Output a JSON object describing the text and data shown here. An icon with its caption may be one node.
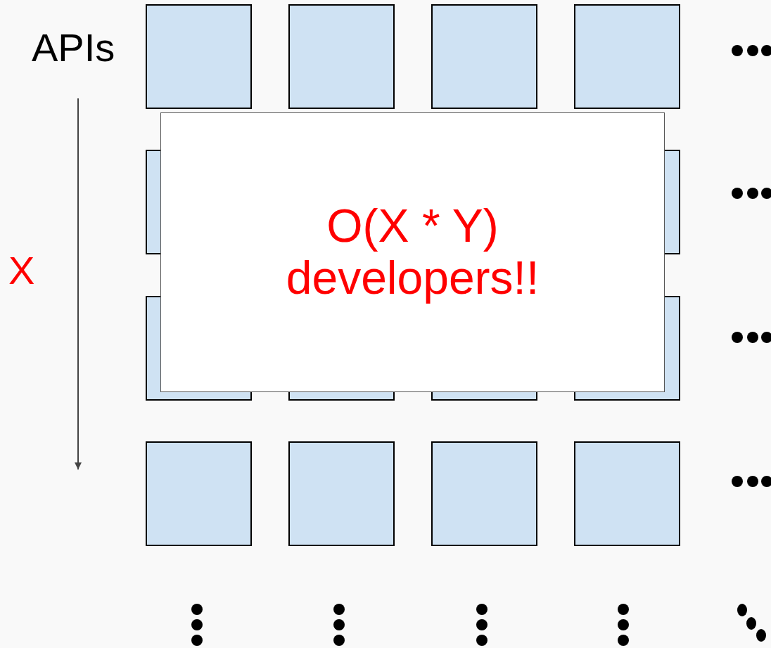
{
  "diagram": {
    "nodes": [
      {
        "text": [],
        "shape": "box"
      },
      {
        "text": [],
        "shape": "box"
      },
      {
        "text": [],
        "shape": "box"
      },
      {
        "text": [],
        "shape": "box"
      },
      {
        "text": [],
        "shape": "box"
      },
      {
        "text": [],
        "shape": "box"
      },
      {
        "text": [],
        "shape": "box"
      },
      {
        "text": [],
        "shape": "box"
      },
      {
        "text": [],
        "shape": "box"
      },
      {
        "text": [],
        "shape": "box"
      },
      {
        "text": [],
        "shape": "box"
      },
      {
        "text": [],
        "shape": "box"
      },
      {
        "text": [],
        "shape": "box"
      },
      {
        "text": [],
        "shape": "box"
      },
      {
        "text": [
          "O(X * Y) developers!!"
        ]
      }
    ],
    "labels": [
      "APIs",
      "X"
    ]
  }
}
